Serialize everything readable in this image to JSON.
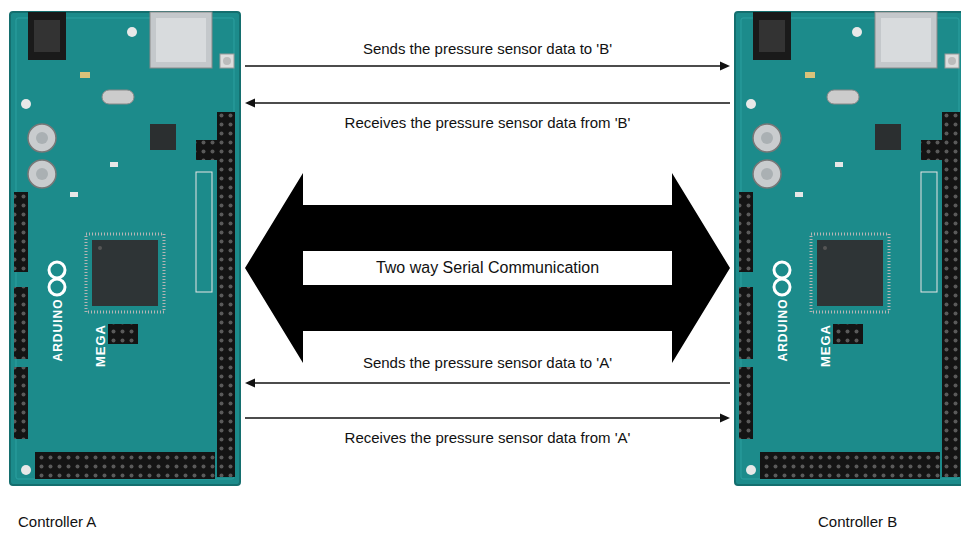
{
  "diagram": {
    "nodes": [
      {
        "text": [
          "Controller A"
        ]
      },
      {
        "text": [
          "Controller B"
        ]
      }
    ],
    "edges": [
      {
        "from": 0,
        "to": 1,
        "arrow": "to",
        "label": "Sends the pressure sensor data to 'B'"
      },
      {
        "from": 1,
        "to": 0,
        "arrow": "to",
        "label": "Receives the pressure sensor data from 'B'"
      },
      {
        "from": 0,
        "to": 1,
        "arrow": "both",
        "label": "Two way Serial Communication"
      },
      {
        "from": 1,
        "to": 0,
        "arrow": "to",
        "label": "Sends the pressure sensor data to 'A'"
      },
      {
        "from": 0,
        "to": 1,
        "arrow": "to",
        "label": "Receives the pressure sensor data from 'A'"
      }
    ],
    "labels": [
      "ARDUINO",
      "MEGA",
      "ARDUINO",
      "MEGA"
    ]
  }
}
